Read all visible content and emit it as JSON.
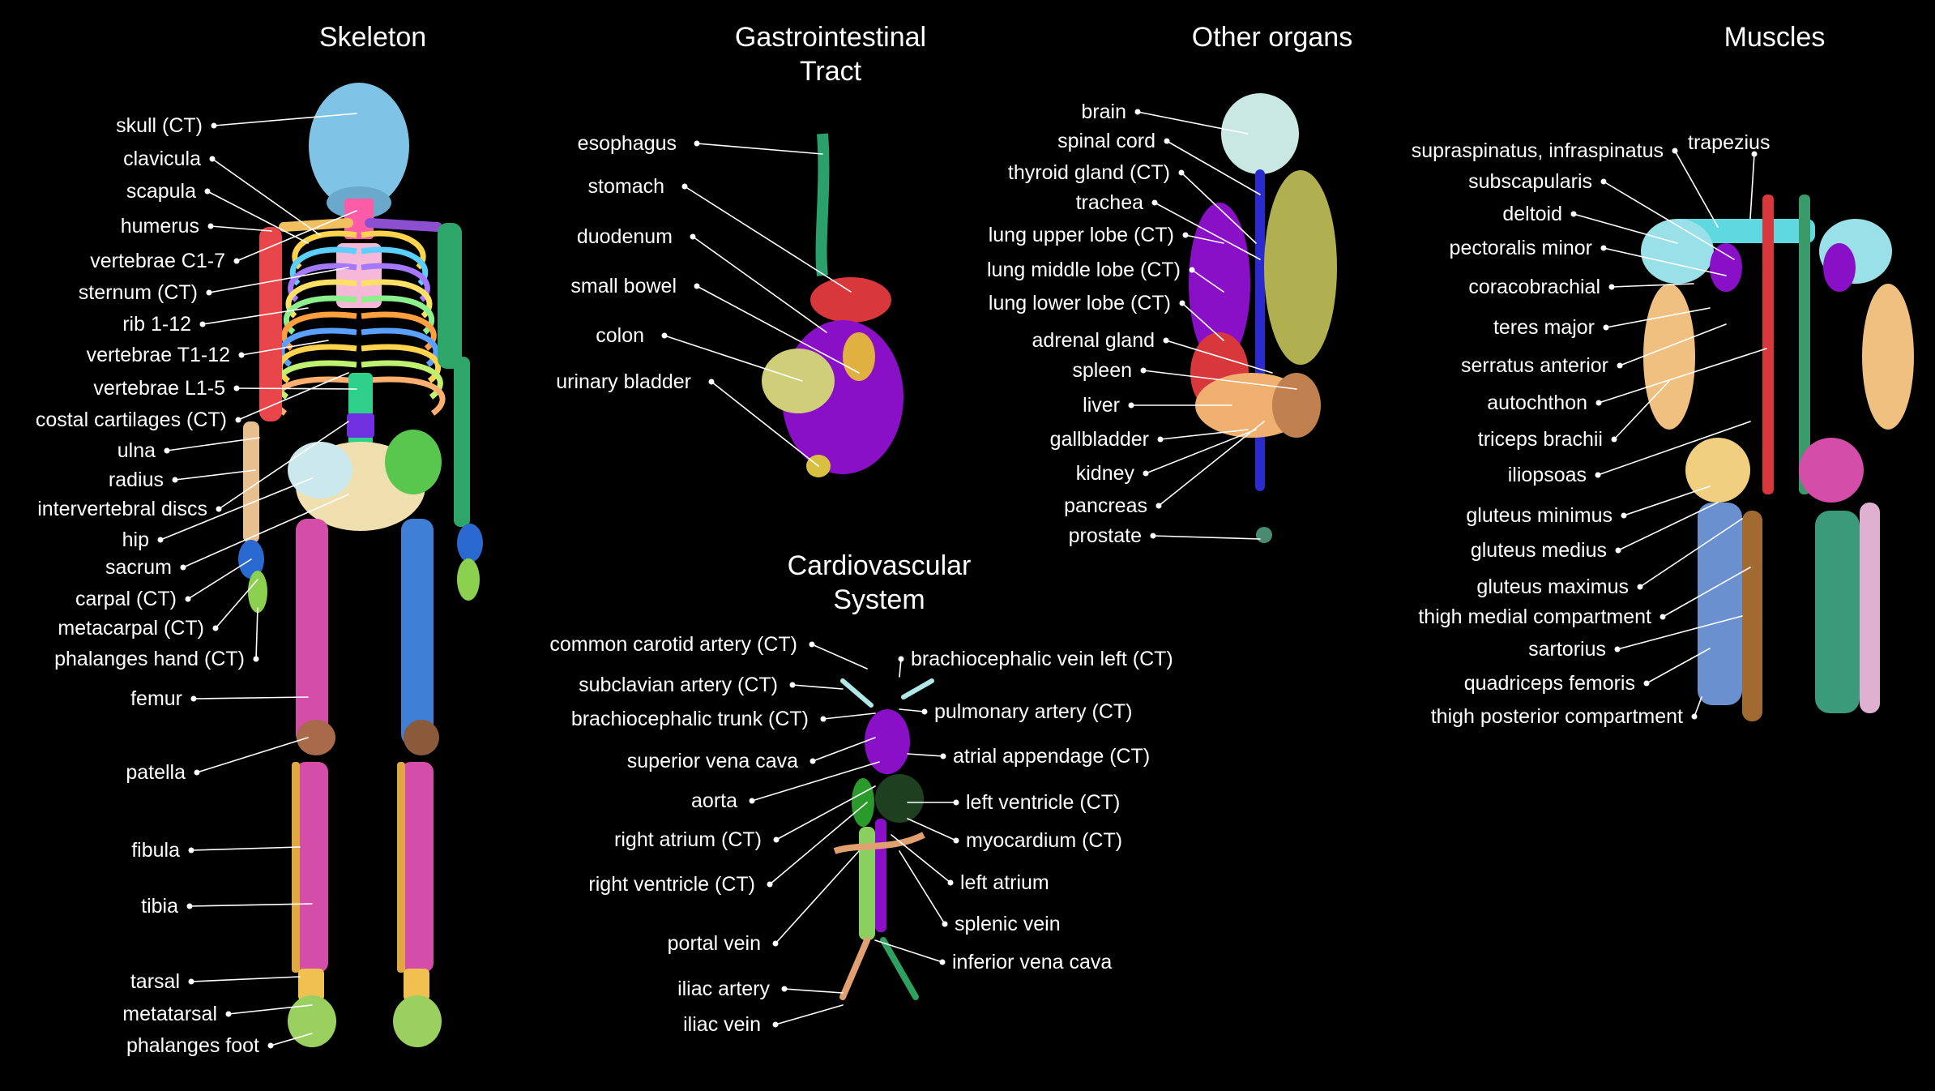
{
  "panels": {
    "skeleton": {
      "title": "Skeleton",
      "labels": [
        "skull (CT)",
        "clavicula",
        "scapula",
        "humerus",
        "vertebrae C1-7",
        "sternum (CT)",
        "rib 1-12",
        "vertebrae T1-12",
        "vertebrae L1-5",
        "costal cartilages (CT)",
        "ulna",
        "radius",
        "intervertebral discs",
        "hip",
        "sacrum",
        "carpal (CT)",
        "metacarpal (CT)",
        "phalanges hand (CT)",
        "femur",
        "patella",
        "fibula",
        "tibia",
        "tarsal",
        "metatarsal",
        "phalanges foot"
      ]
    },
    "gi": {
      "title_line1": "Gastrointestinal",
      "title_line2": "Tract",
      "labels": [
        "esophagus",
        "stomach",
        "duodenum",
        "small bowel",
        "colon",
        "urinary bladder"
      ]
    },
    "organs": {
      "title": "Other organs",
      "labels": [
        "brain",
        "spinal cord",
        "thyroid gland (CT)",
        "trachea",
        "lung upper lobe (CT)",
        "lung middle lobe (CT)",
        "lung lower lobe (CT)",
        "adrenal gland",
        "spleen",
        "liver",
        "gallbladder",
        "kidney",
        "pancreas",
        "prostate"
      ]
    },
    "cardio": {
      "title_line1": "Cardiovascular",
      "title_line2": "System",
      "labels_left": [
        "common carotid artery (CT)",
        "subclavian artery (CT)",
        "brachiocephalic trunk (CT)",
        "superior vena cava",
        "aorta",
        "right atrium (CT)",
        "right ventricle (CT)",
        "portal vein",
        "iliac artery",
        "iliac vein"
      ],
      "labels_right": [
        "brachiocephalic vein left (CT)",
        "pulmonary artery (CT)",
        "atrial appendage (CT)",
        "left ventricle (CT)",
        "myocardium (CT)",
        "left atrium",
        "splenic vein",
        "inferior vena cava"
      ]
    },
    "muscles": {
      "title": "Muscles",
      "label_top": "trapezius",
      "labels": [
        "supraspinatus, infraspinatus",
        "subscapularis",
        "deltoid",
        "pectoralis minor",
        "coracobrachial",
        "teres major",
        "serratus anterior",
        "autochthon",
        "triceps brachii",
        "iliopsoas",
        "gluteus minimus",
        "gluteus medius",
        "gluteus maximus",
        "thigh medial compartment",
        "sartorius",
        "quadriceps femoris",
        "thigh posterior compartment"
      ]
    }
  }
}
